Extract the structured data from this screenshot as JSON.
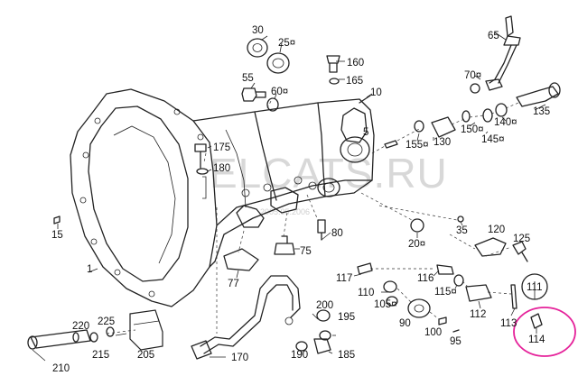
{
  "watermark": {
    "text": "ELCATS.RU",
    "subtext": "2005.05.2006"
  },
  "highlight_color": "#e5229a",
  "labels": {
    "l1": "1",
    "l5": "5",
    "l10": "10",
    "l15": "15",
    "l20": "20¤",
    "l25": "25¤",
    "l30": "30",
    "l35": "35",
    "l55": "55",
    "l60": "60¤",
    "l65": "65",
    "l70": "70¤",
    "l75": "75",
    "l77": "77",
    "l80": "80",
    "l90": "90",
    "l95": "95",
    "l100": "100",
    "l105": "105¤",
    "l110": "110",
    "l111": "111",
    "l112": "112",
    "l113": "113",
    "l114": "114",
    "l115": "115¤",
    "l116": "116",
    "l117": "117",
    "l120": "120",
    "l125": "125",
    "l130": "130",
    "l135": "135",
    "l140": "140¤",
    "l145": "145¤",
    "l150": "150¤",
    "l155": "155¤",
    "l160": "160",
    "l165": "165",
    "l170": "170",
    "l175": "175",
    "l180": "180",
    "l185": "185",
    "l190": "190",
    "l195": "195",
    "l200": "200",
    "l205": "205",
    "l210": "210",
    "l215": "215",
    "l220": "220",
    "l225": "225"
  }
}
